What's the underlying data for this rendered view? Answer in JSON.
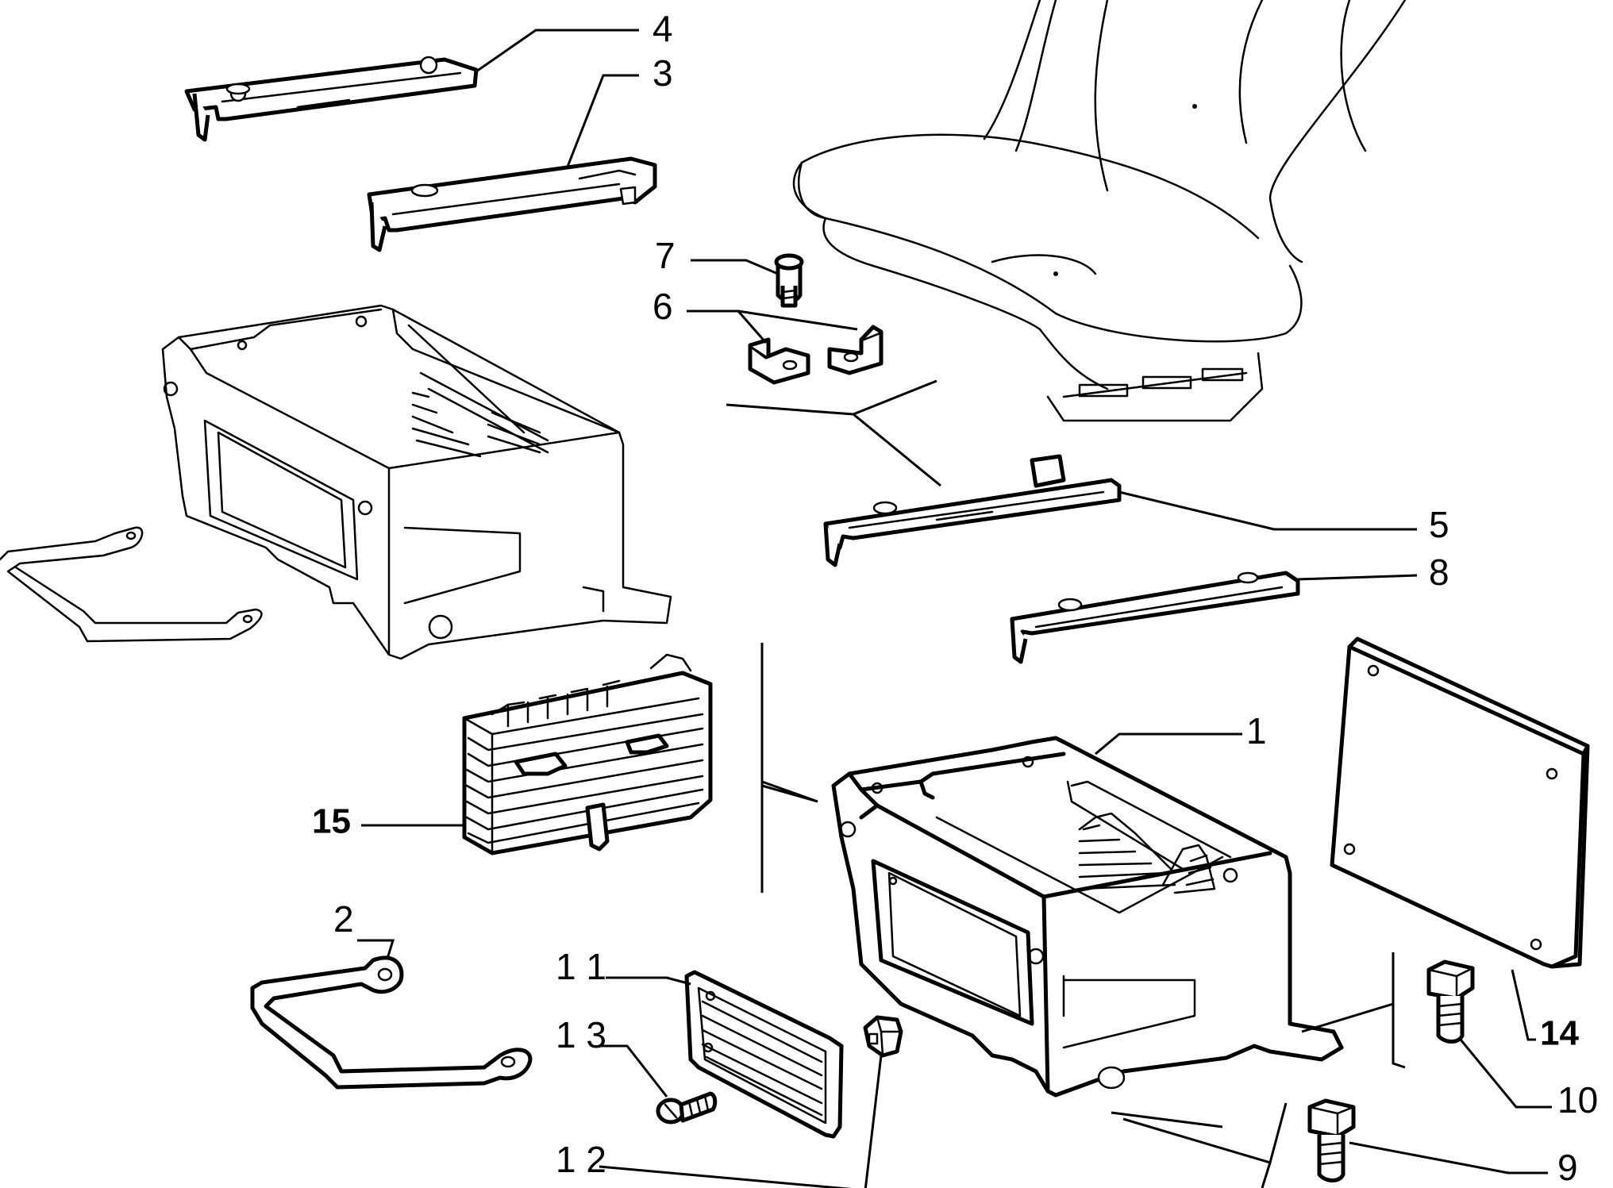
{
  "labels": {
    "p1": "1",
    "p2": "2",
    "p3": "3",
    "p4": "4",
    "p5": "5",
    "p6": "6",
    "p7": "7",
    "p8": "8",
    "p9": "9",
    "p10": "10",
    "p11": "1 1",
    "p12": "1 2",
    "p13": "1 3",
    "p14": "14",
    "p15": "15"
  }
}
